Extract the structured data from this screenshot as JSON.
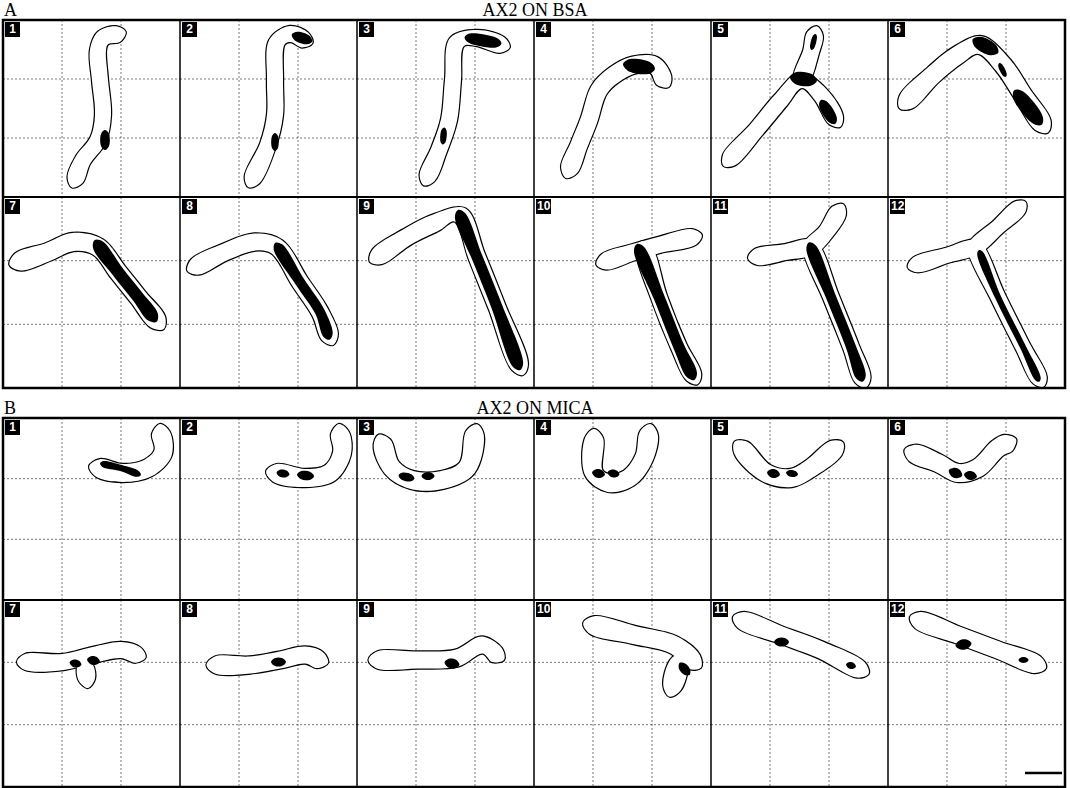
{
  "diagram": {
    "labels": [
      "A",
      "AX2 ON BSA",
      "1",
      "2",
      "3",
      "4",
      "5",
      "6",
      "7",
      "8",
      "9",
      "10",
      "11",
      "12",
      "B",
      "AX2 ON MICA",
      "1",
      "2",
      "3",
      "4",
      "5",
      "6",
      "7",
      "8",
      "9",
      "10",
      "11",
      "12"
    ]
  }
}
